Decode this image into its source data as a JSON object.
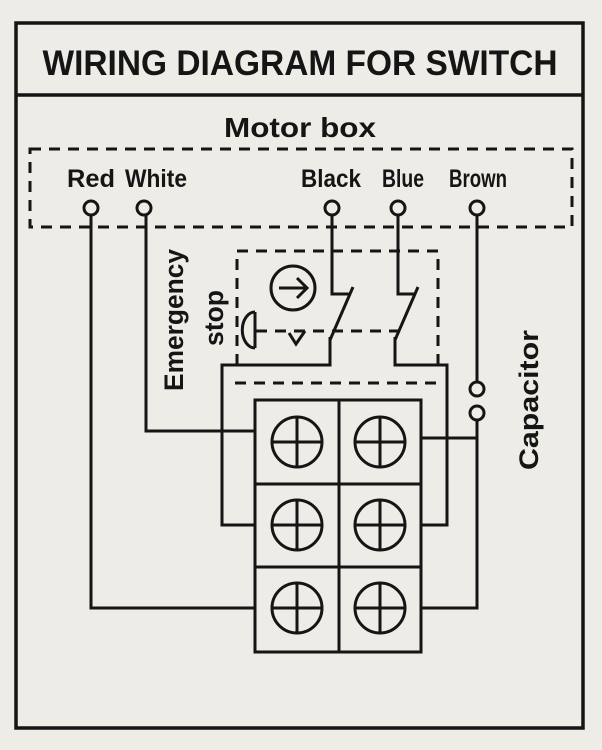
{
  "title": "WIRING DIAGRAM FOR SWITCH",
  "motor_box": {
    "label": "Motor box",
    "terminals": [
      "Red",
      "White",
      "Black",
      "Blue",
      "Brown"
    ]
  },
  "emergency_stop": {
    "line1": "Emergency",
    "line2": "stop"
  },
  "capacitor_label": "Capacitor",
  "colors": {
    "ink": "#151515",
    "paper": "#eeece6"
  }
}
